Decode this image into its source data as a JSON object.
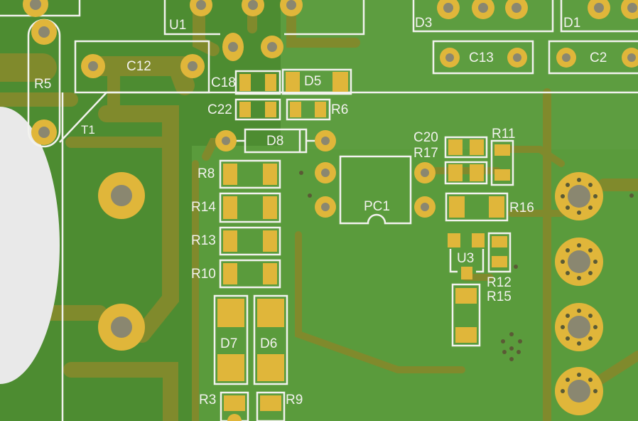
{
  "colors": {
    "board": "#4b8a2f",
    "copper_pour": "#5a9c3a",
    "trace": "#7f8a2b",
    "pad": "#e0b63a",
    "silkscreen": "#f2f2ee",
    "hole": "#8a8770"
  },
  "labels": {
    "u1": "U1",
    "d3": "D3",
    "d1": "D1",
    "r5": "R5",
    "c12": "C12",
    "t1": "T1",
    "c18": "C18",
    "d5": "D5",
    "c22": "C22",
    "r6": "R6",
    "c13": "C13",
    "c2": "C2",
    "d8": "D8",
    "c20": "C20",
    "r11": "R11",
    "r17": "R17",
    "r8": "R8",
    "r14": "R14",
    "r13": "R13",
    "r10": "R10",
    "pc1": "PC1",
    "r16": "R16",
    "u3": "U3",
    "r12": "R12",
    "r15": "R15",
    "d7": "D7",
    "d6": "D6",
    "r3": "R3",
    "r9": "R9"
  }
}
